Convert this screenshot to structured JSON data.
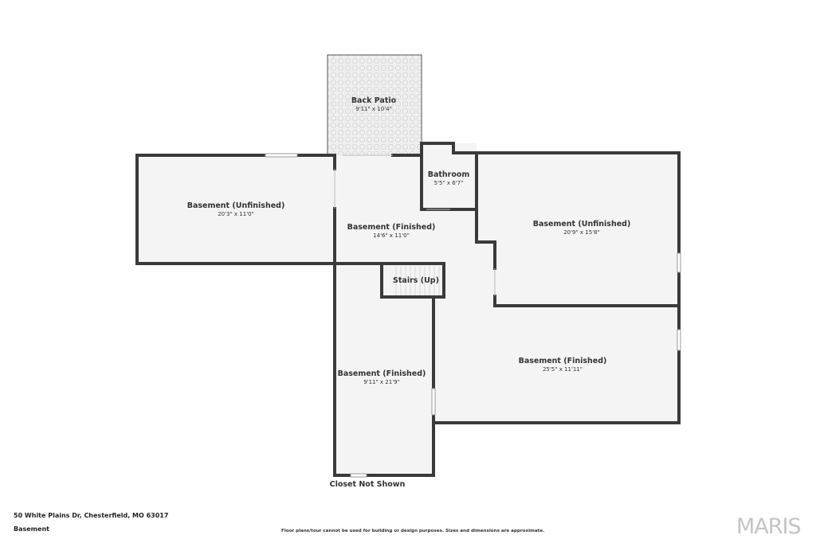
{
  "rooms": {
    "back_patio": {
      "name": "Back Patio",
      "dims": "9'11\" x 10'4\""
    },
    "bathroom": {
      "name": "Bathroom",
      "dims": "5'5\" x 6'7\""
    },
    "basement_unfinished_west": {
      "name": "Basement (Unfinished)",
      "dims": "20'3\" x 11'0\""
    },
    "basement_finished_center": {
      "name": "Basement (Finished)",
      "dims": "14'6\" x 11'0\""
    },
    "basement_unfinished_east": {
      "name": "Basement (Unfinished)",
      "dims": "20'9\" x 15'8\""
    },
    "stairs": {
      "name": "Stairs (Up)"
    },
    "basement_finished_south": {
      "name": "Basement (Finished)",
      "dims": "9'11\" x 21'9\""
    },
    "basement_finished_east": {
      "name": "Basement (Finished)",
      "dims": "25'5\" x 11'11\""
    }
  },
  "closet_note": "Closet Not Shown",
  "footer": {
    "address": "50 White Plains Dr, Chesterfield, MO 63017",
    "level": "Basement",
    "disclaimer": "Floor plans/tour cannot be used for building or design purposes. Sizes and dimensions are approximate.",
    "logo": "MARIS"
  },
  "colors": {
    "wall": "#3a3a3a",
    "floor": "#f4f4f4",
    "patio": "#eeeeee",
    "logo": "#c4c4c4"
  }
}
